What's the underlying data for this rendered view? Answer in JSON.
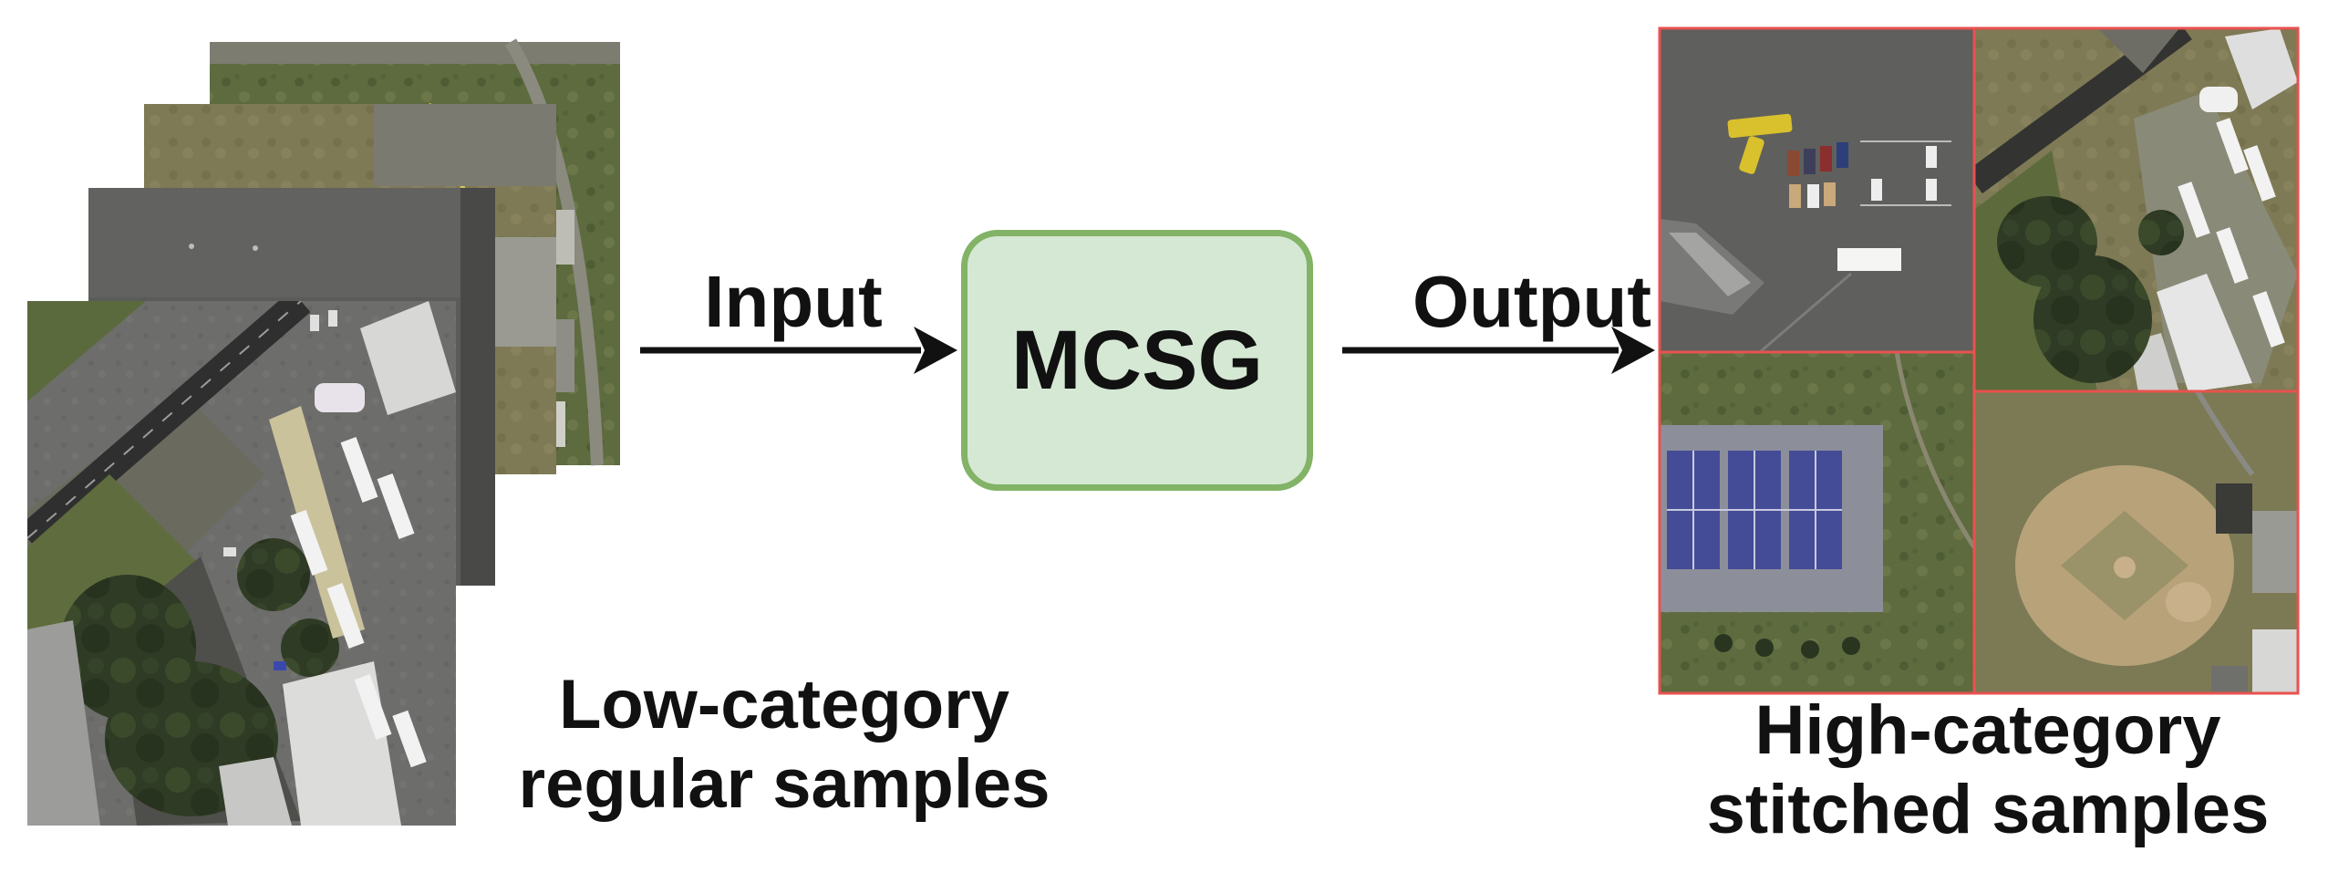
{
  "labels": {
    "input": "Input",
    "output": "Output",
    "module": "MCSG",
    "low_line1": "Low-category",
    "low_line2": "regular samples",
    "high_line1": "High-category",
    "high_line2": "stitched samples"
  },
  "colors": {
    "module_fill": "#d5e8d4",
    "module_border": "#82b366",
    "tile_border": "#e8524f",
    "arrow": "#111111"
  },
  "icons": {
    "input_stack": "stacked-aerial-image-icon",
    "output_grid": "stitched-aerial-grid-icon",
    "arrow": "right-arrow-icon"
  }
}
